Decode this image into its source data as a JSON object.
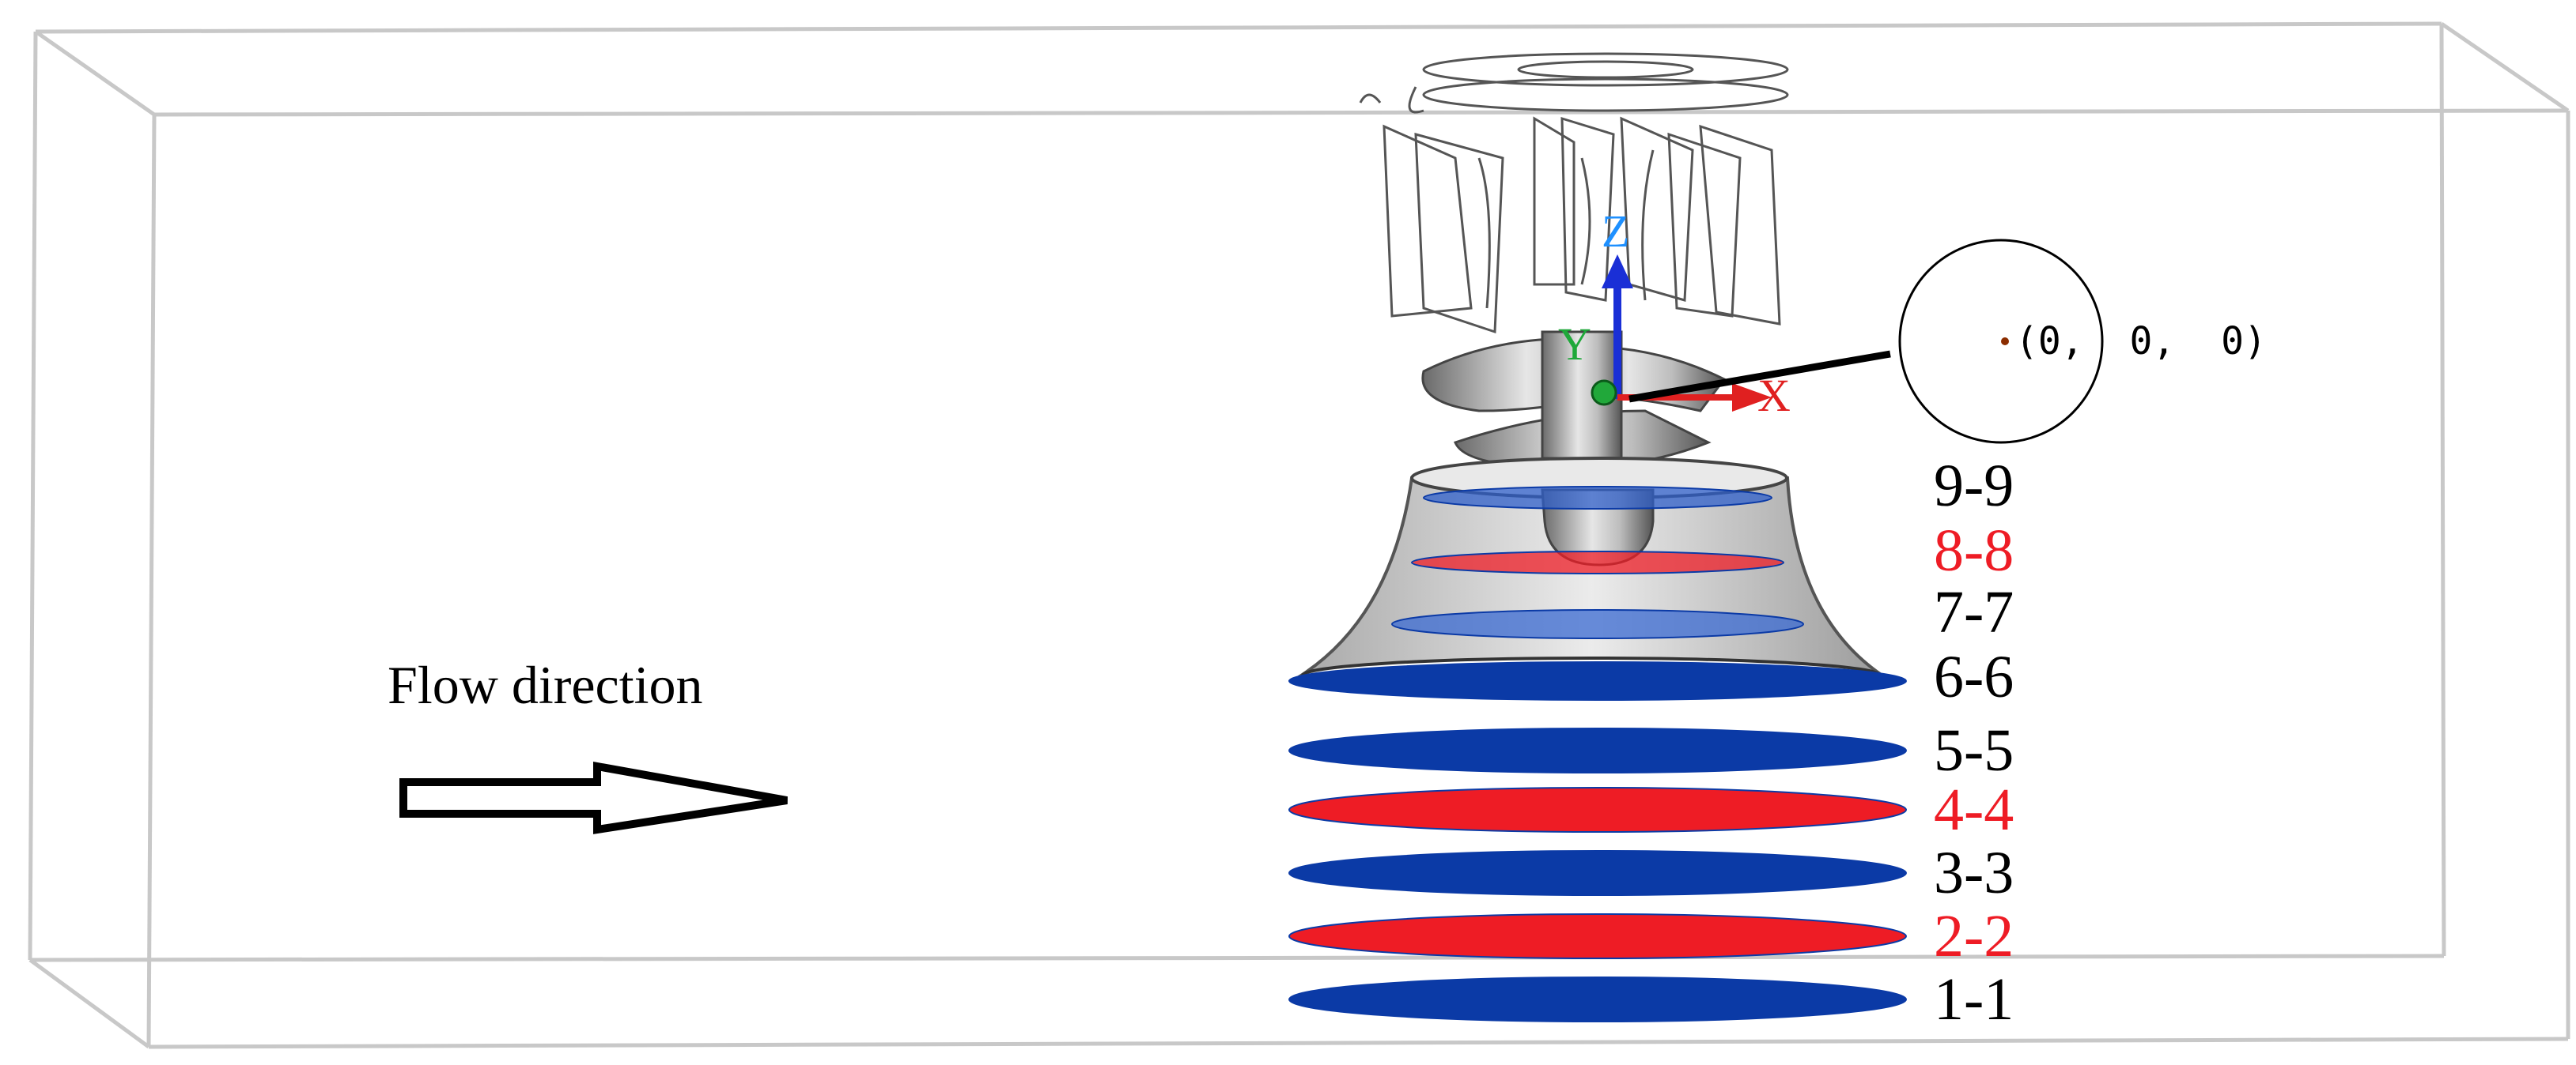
{
  "annotation": {
    "flow_label": "Flow direction"
  },
  "axes": {
    "x_label": "X",
    "y_label": "Y",
    "z_label": "Z",
    "origin_readout": "(0,  0,  0)"
  },
  "sections": [
    {
      "label": "9-9",
      "color": "#2f5fc9",
      "label_color": "#000000"
    },
    {
      "label": "8-8",
      "color": "#ee1c25",
      "label_color": "#ee1c25"
    },
    {
      "label": "7-7",
      "color": "#3a6ad2",
      "label_color": "#000000"
    },
    {
      "label": "6-6",
      "color": "#0b3aa6",
      "label_color": "#000000"
    },
    {
      "label": "5-5",
      "color": "#0b3aa6",
      "label_color": "#000000"
    },
    {
      "label": "4-4",
      "color": "#ee1c25",
      "label_color": "#ee1c25"
    },
    {
      "label": "3-3",
      "color": "#0b3aa6",
      "label_color": "#000000"
    },
    {
      "label": "2-2",
      "color": "#ee1c25",
      "label_color": "#ee1c25"
    },
    {
      "label": "1-1",
      "color": "#0b3aa6",
      "label_color": "#000000"
    }
  ],
  "colors": {
    "x_axis": "#e02020",
    "y_axis": "#21a83a",
    "z_axis": "#1a2fd6",
    "z_label": "#1e90ff",
    "y_label": "#1fa83a",
    "x_label": "#e02020"
  }
}
